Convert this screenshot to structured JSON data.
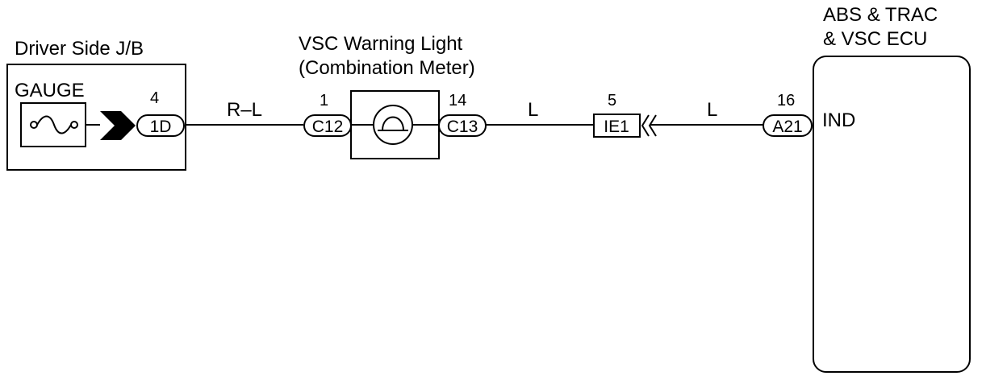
{
  "junction_block": {
    "title": "Driver Side J/B",
    "fuse_label": "GAUGE",
    "pin": "4",
    "connector": "1D"
  },
  "warning_light": {
    "title_line1": "VSC Warning Light",
    "title_line2": "(Combination Meter)",
    "left_pin": "1",
    "left_connector": "C12",
    "right_pin": "14",
    "right_connector": "C13"
  },
  "splice": {
    "pin": "5",
    "connector": "IE1"
  },
  "ecu": {
    "title_line1": "ABS & TRAC",
    "title_line2": "& VSC ECU",
    "pin": "16",
    "connector": "A21",
    "terminal": "IND"
  },
  "wires": {
    "jb_to_meter": "R–L",
    "meter_to_splice": "L",
    "splice_to_ecu": "L"
  }
}
